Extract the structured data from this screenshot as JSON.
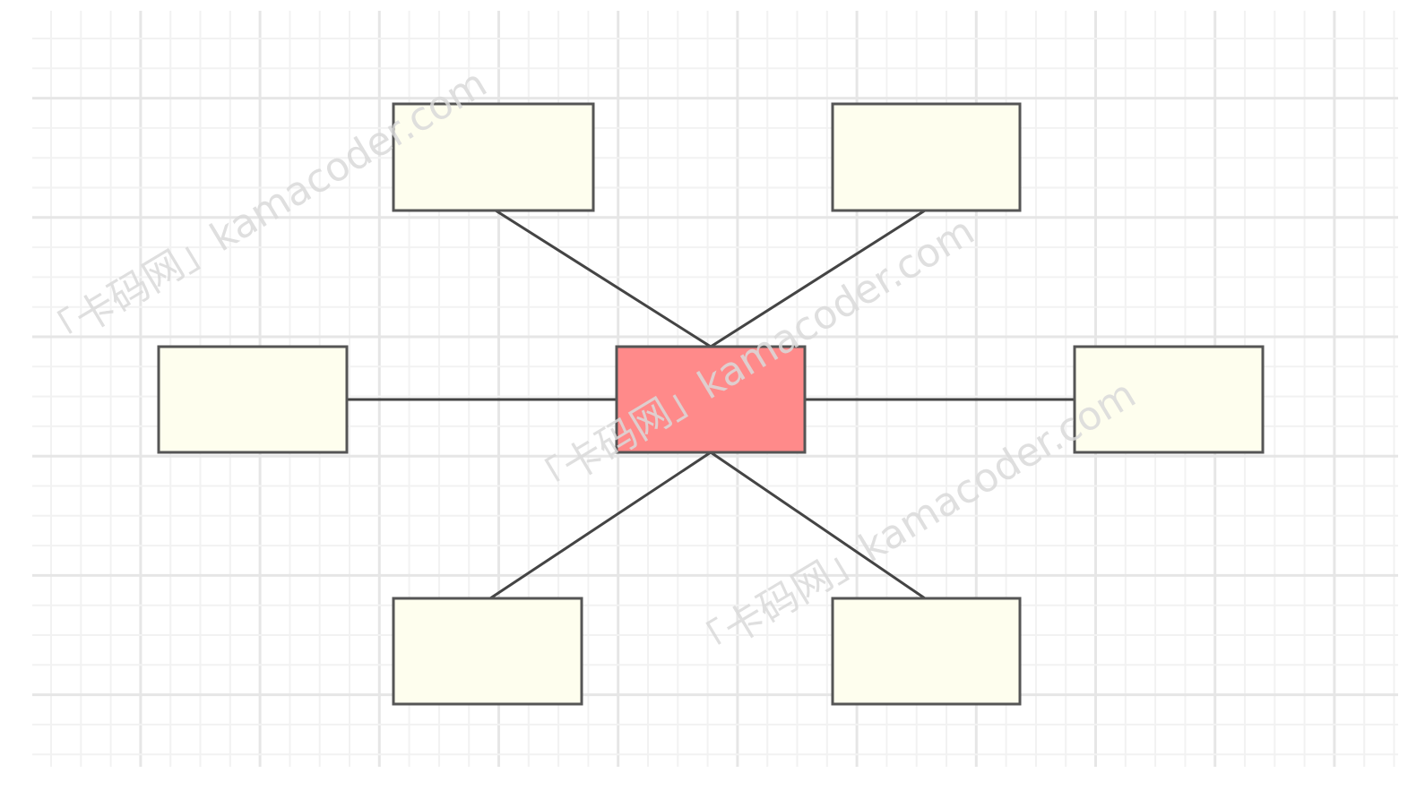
{
  "diagram": {
    "type": "star-topology",
    "colors": {
      "hub_fill": "#ff8a8a",
      "leaf_fill": "#fefeee",
      "border": "#555555",
      "edge": "#444444",
      "grid_major": "#e6e6e6",
      "grid_minor": "#f2f2f2"
    },
    "hub": {
      "id": "center",
      "label": ""
    },
    "leaves": [
      {
        "id": "top-left",
        "label": ""
      },
      {
        "id": "top-right",
        "label": ""
      },
      {
        "id": "left",
        "label": ""
      },
      {
        "id": "right",
        "label": ""
      },
      {
        "id": "bottom-left",
        "label": ""
      },
      {
        "id": "bottom-right",
        "label": ""
      }
    ],
    "edges": [
      {
        "from": "center",
        "to": "top-left"
      },
      {
        "from": "center",
        "to": "top-right"
      },
      {
        "from": "center",
        "to": "left"
      },
      {
        "from": "center",
        "to": "right"
      },
      {
        "from": "center",
        "to": "bottom-left"
      },
      {
        "from": "center",
        "to": "bottom-right"
      }
    ]
  },
  "watermark": {
    "text": "「卡码网」kamacoder.com"
  }
}
